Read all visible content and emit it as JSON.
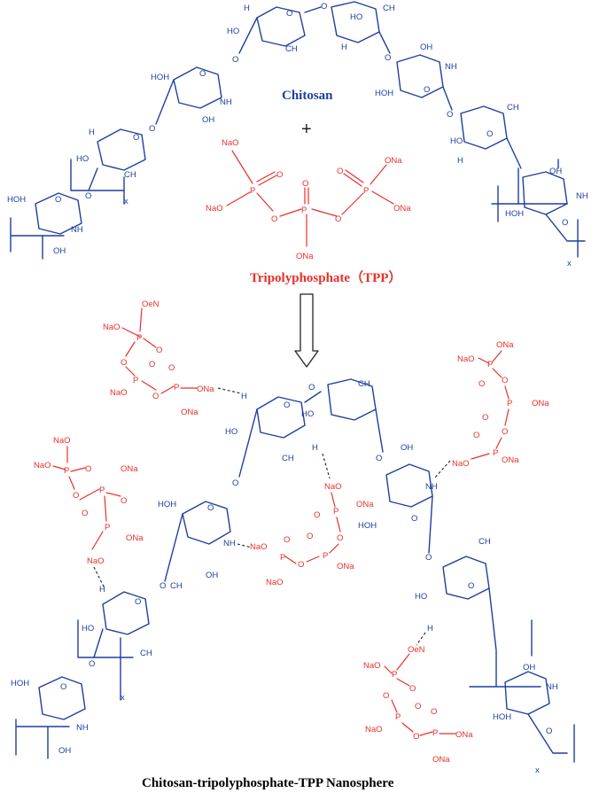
{
  "labels": {
    "chitosan": "Chitosan",
    "plus": "+",
    "tpp": "Tripolyphosphate（TPP）",
    "product": "Chitosan-tripolyphosphate-TPP Nanosphere"
  },
  "atoms": {
    "nh2": "NH",
    "h2n": "H",
    "ho": "HO",
    "oh": "OH",
    "ch2oh": "CH",
    "hoh2c": "HOH",
    "o": "O",
    "p": "P",
    "ona": "ONa",
    "nao": "NaO",
    "oen": "OeN",
    "h3n": "H",
    "nh3": "NH",
    "x": "x",
    "ch4": "CH"
  },
  "colors": {
    "chitosan": "#1f3f9e",
    "tpp": "#e8302a",
    "arrow": "#222222"
  }
}
